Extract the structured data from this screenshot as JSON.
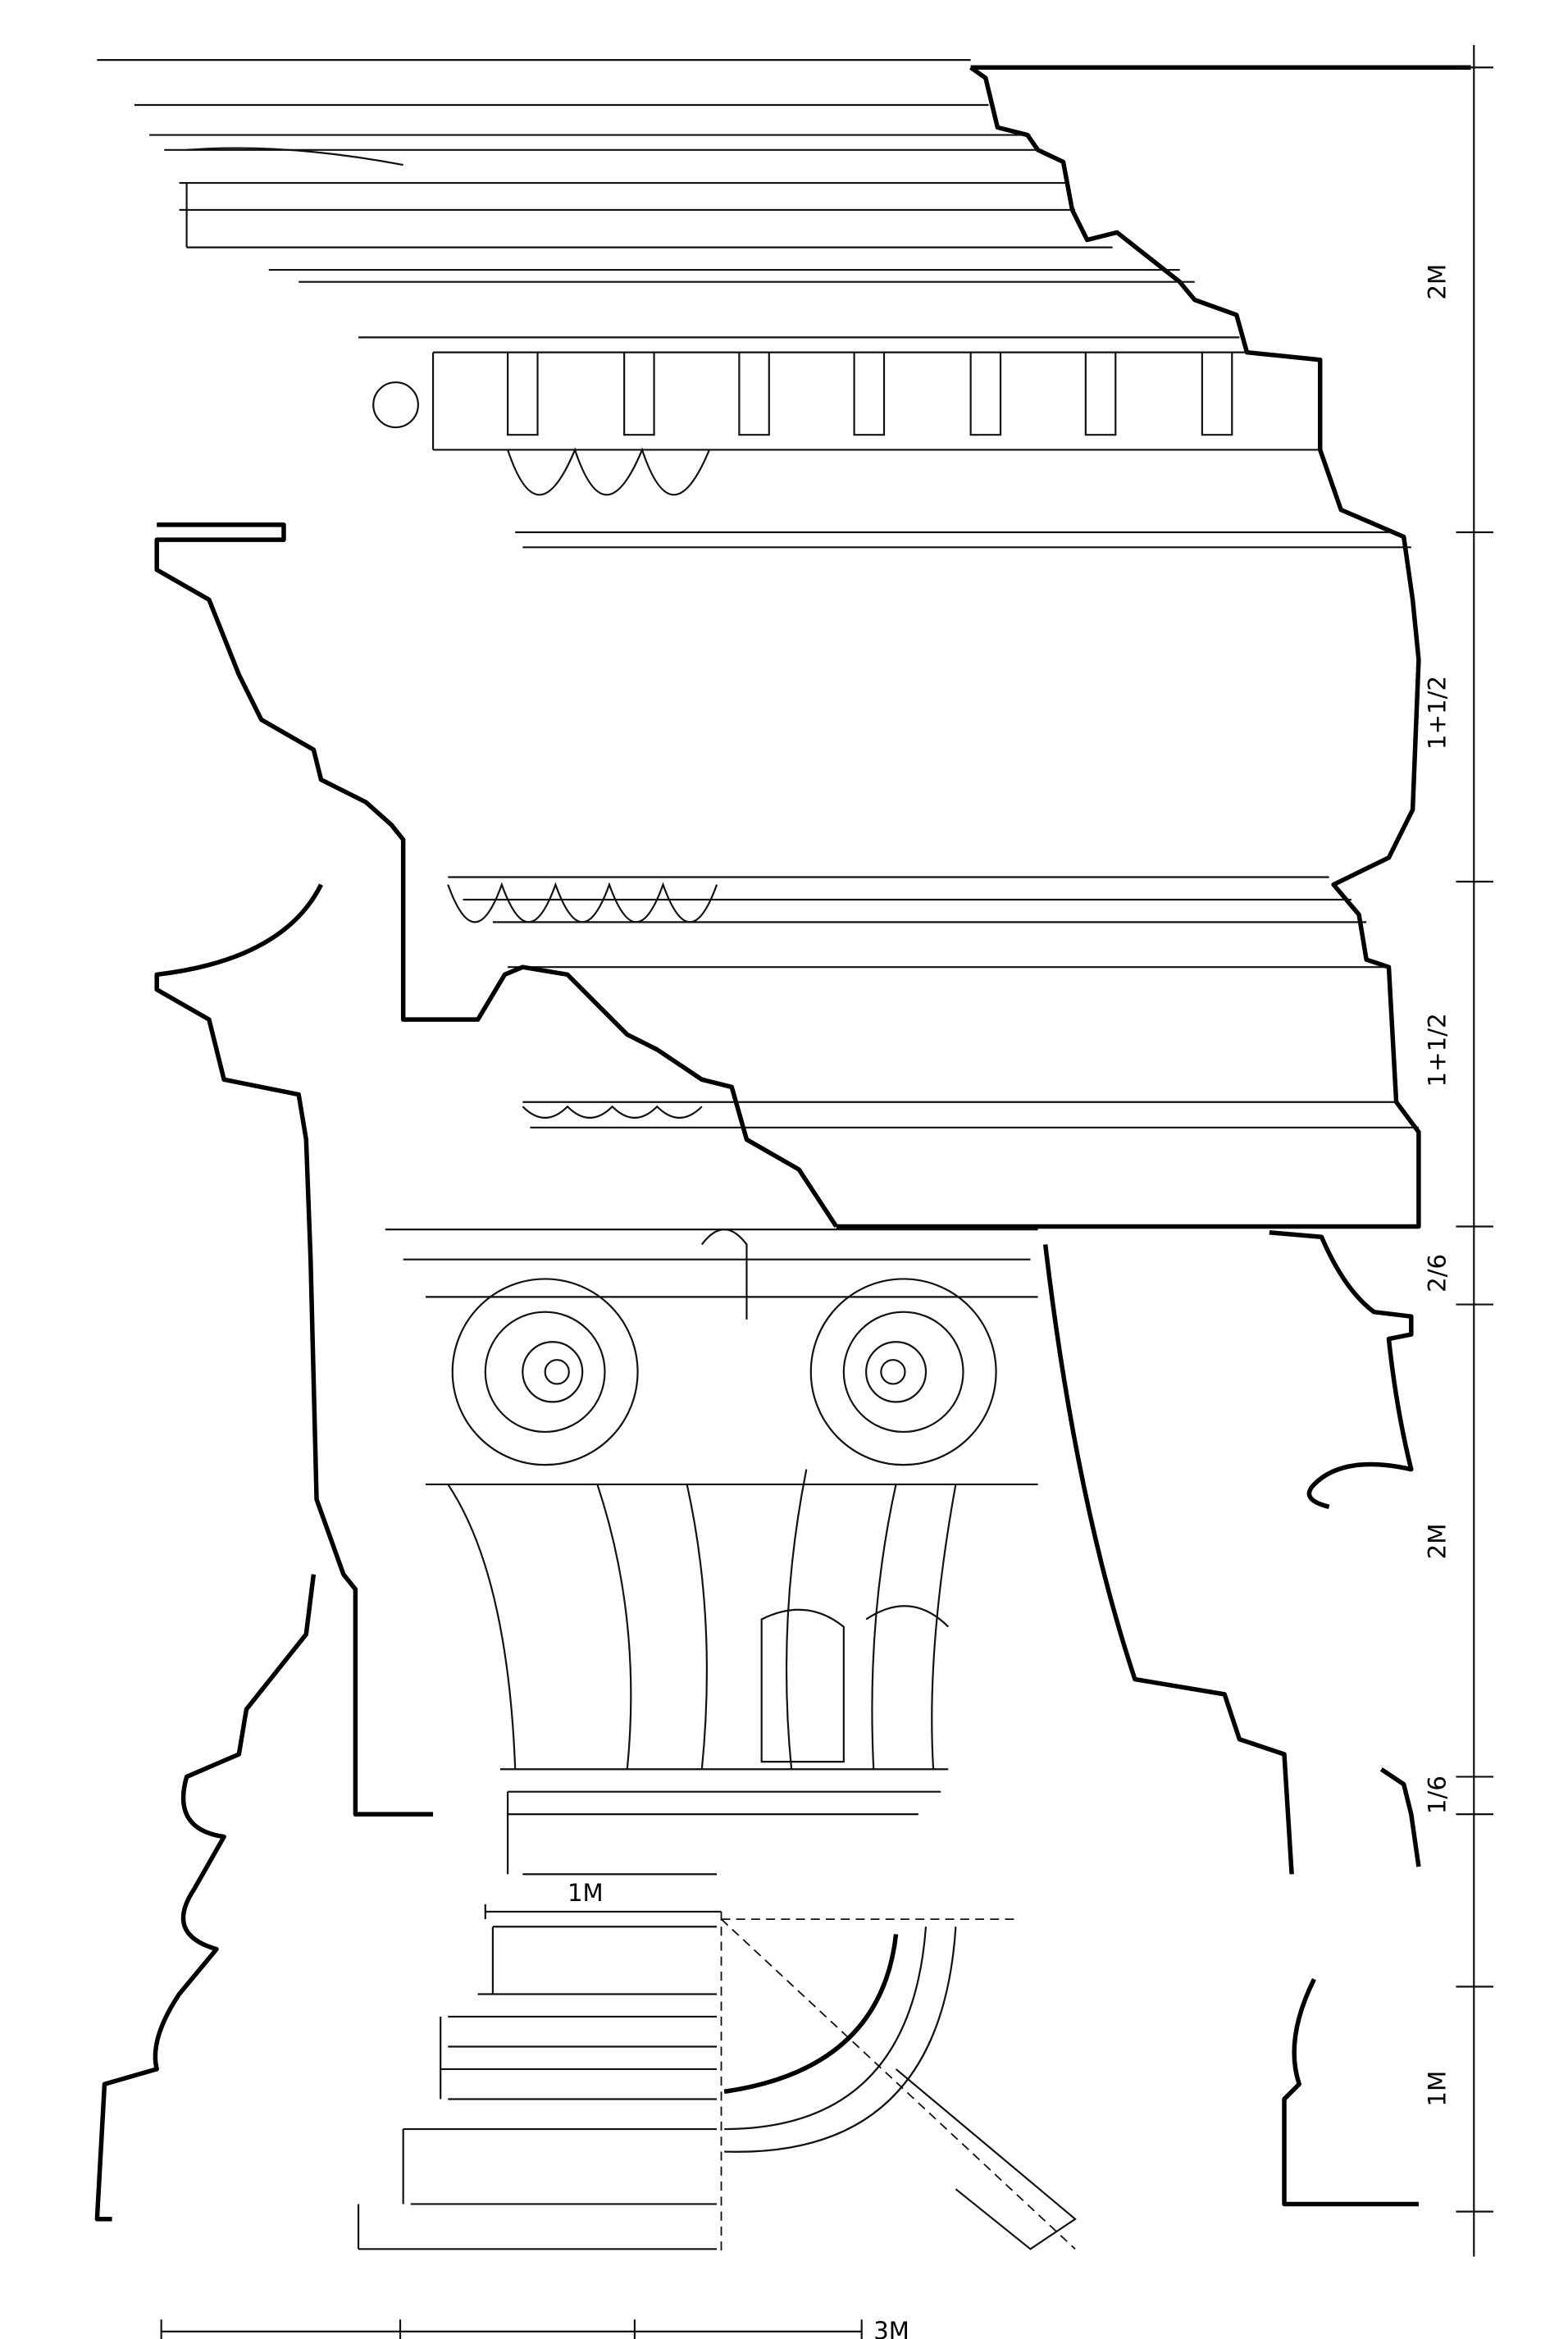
{
  "title": "Corinthian order – elevation and profile with module proportions",
  "dimensions": {
    "cornice": "2M",
    "frieze": "1+1/2",
    "architrave": "1+1/2",
    "abacus": "2/6",
    "capital": "2M",
    "astragal": "1/6",
    "base": "1M",
    "column_radius": "1M",
    "scale": "3M"
  },
  "colors": {
    "ink": "#000000",
    "paper": "#ffffff"
  }
}
